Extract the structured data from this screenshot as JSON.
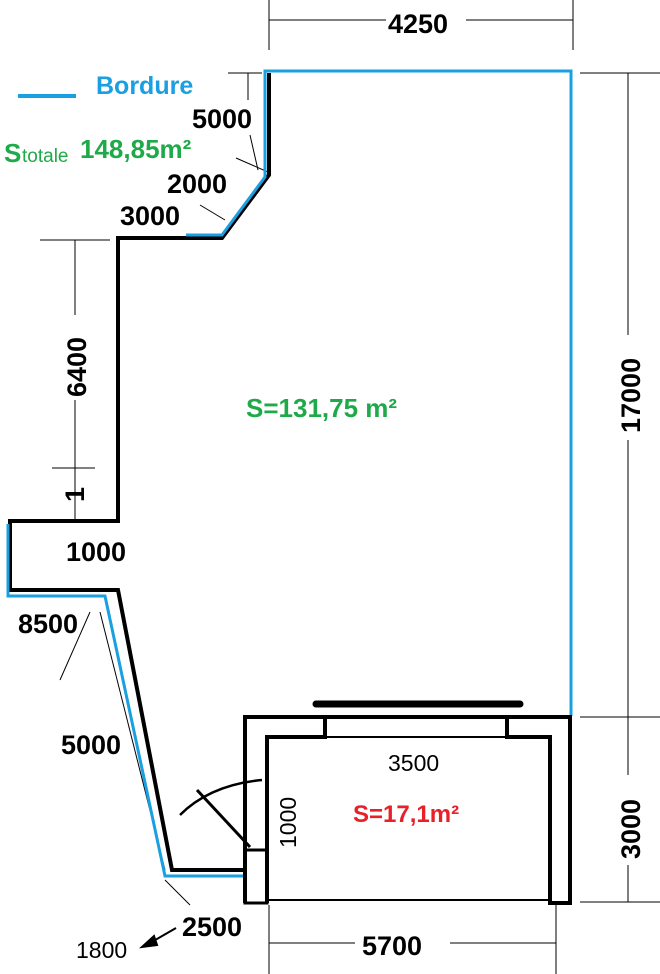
{
  "colors": {
    "border": "#1a9fe0",
    "area_main": "#1faa4a",
    "area_room": "#e8202a",
    "walls": "#000000"
  },
  "legend": {
    "label": "Bordure"
  },
  "total_area": {
    "prefix": "S",
    "subscript": "totale",
    "value": "148,85m²"
  },
  "areas": {
    "main": "S=131,75 m²",
    "room": "S=17,1m²"
  },
  "dimensions": {
    "top_width": "4250",
    "upper_left_top": "5000",
    "diagonal": "2000",
    "upper_step": "3000",
    "left_wall": "6400",
    "small_tick": "1",
    "notch": "1000",
    "lower_left": "8500",
    "slanted": "5000",
    "bottom_left": "2500",
    "bottom_arrow": "1800",
    "right_height": "17000",
    "room_height": "3000",
    "room_width": "3500",
    "room_side": "1000",
    "bottom_width": "5700"
  }
}
